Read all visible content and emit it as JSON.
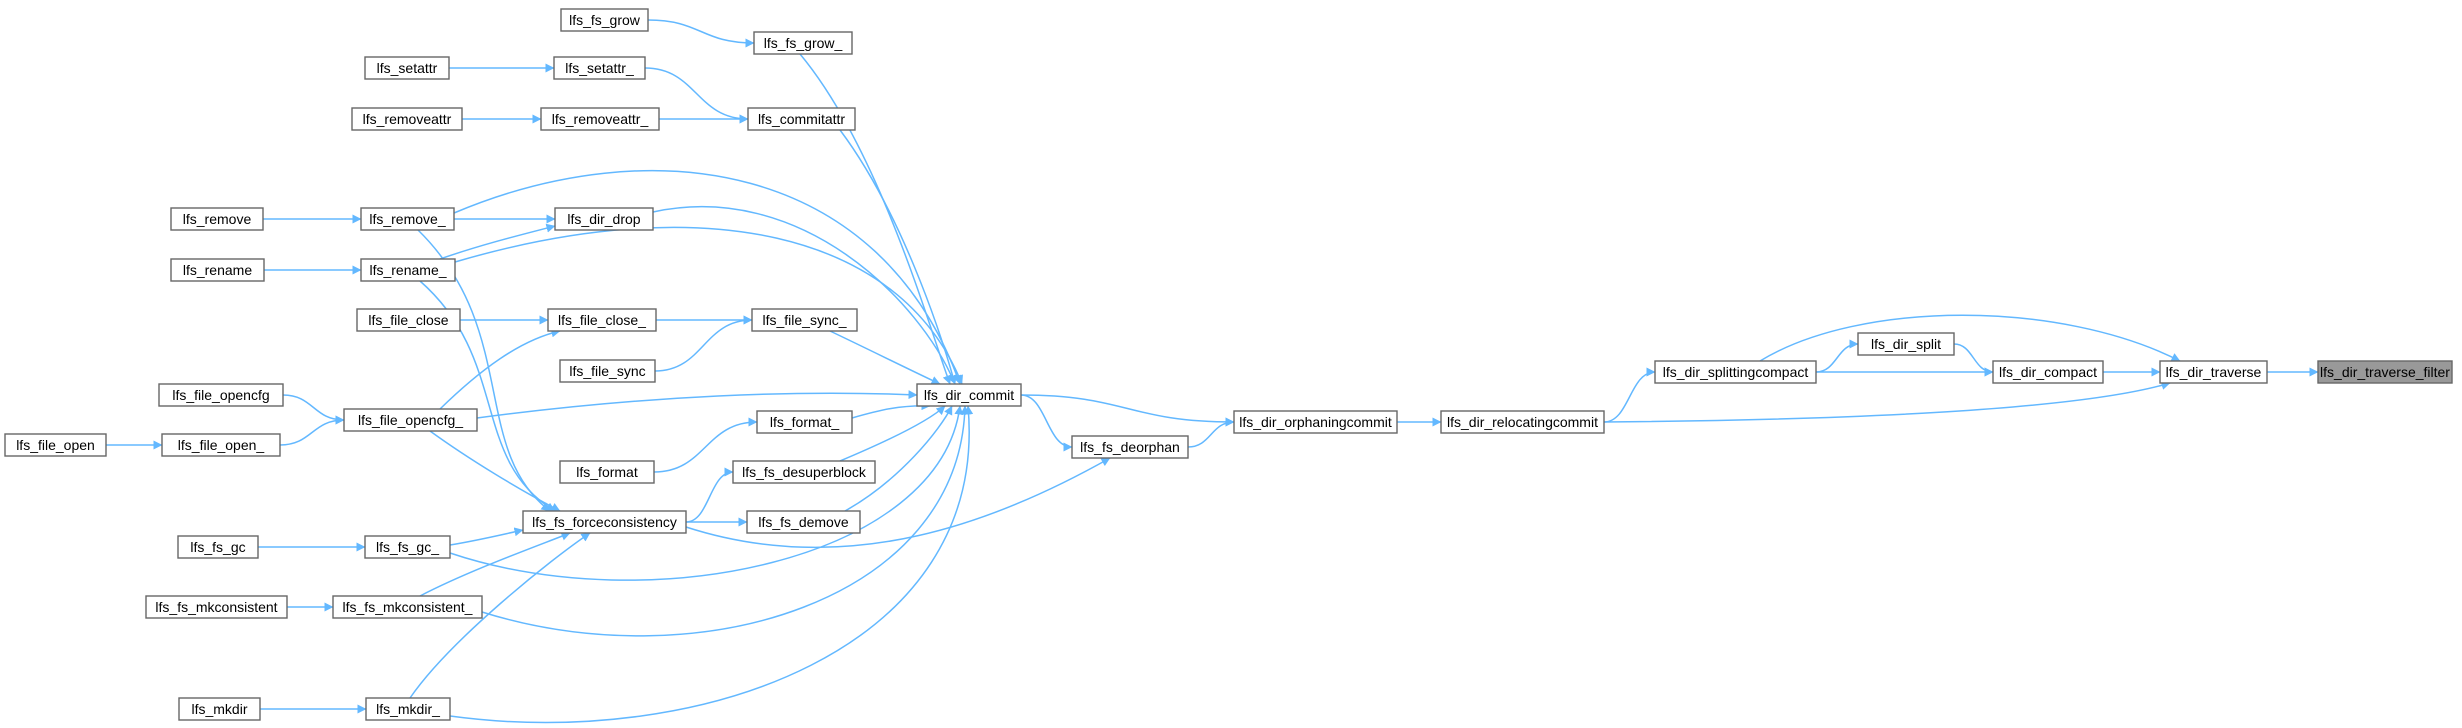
{
  "diagram": {
    "type": "call-graph",
    "target": "lfs_dir_traverse_filter",
    "nodes": [
      {
        "id": "lfs_dir_traverse_filter",
        "label": "lfs_dir_traverse_filter"
      },
      {
        "id": "lfs_dir_traverse",
        "label": "lfs_dir_traverse"
      },
      {
        "id": "lfs_dir_compact",
        "label": "lfs_dir_compact"
      },
      {
        "id": "lfs_dir_split",
        "label": "lfs_dir_split"
      },
      {
        "id": "lfs_dir_splittingcompact",
        "label": "lfs_dir_splittingcompact"
      },
      {
        "id": "lfs_dir_relocatingcommit",
        "label": "lfs_dir_relocatingcommit"
      },
      {
        "id": "lfs_dir_orphaningcommit",
        "label": "lfs_dir_orphaningcommit"
      },
      {
        "id": "lfs_dir_commit",
        "label": "lfs_dir_commit"
      },
      {
        "id": "lfs_fs_deorphan",
        "label": "lfs_fs_deorphan"
      },
      {
        "id": "lfs_fs_grow_",
        "label": "lfs_fs_grow_"
      },
      {
        "id": "lfs_fs_grow",
        "label": "lfs_fs_grow"
      },
      {
        "id": "lfs_commitattr",
        "label": "lfs_commitattr"
      },
      {
        "id": "lfs_setattr_",
        "label": "lfs_setattr_"
      },
      {
        "id": "lfs_setattr",
        "label": "lfs_setattr"
      },
      {
        "id": "lfs_removeattr_",
        "label": "lfs_removeattr_"
      },
      {
        "id": "lfs_removeattr",
        "label": "lfs_removeattr"
      },
      {
        "id": "lfs_dir_drop",
        "label": "lfs_dir_drop"
      },
      {
        "id": "lfs_remove_",
        "label": "lfs_remove_"
      },
      {
        "id": "lfs_remove",
        "label": "lfs_remove"
      },
      {
        "id": "lfs_rename_",
        "label": "lfs_rename_"
      },
      {
        "id": "lfs_rename",
        "label": "lfs_rename"
      },
      {
        "id": "lfs_file_sync_",
        "label": "lfs_file_sync_"
      },
      {
        "id": "lfs_file_close_",
        "label": "lfs_file_close_"
      },
      {
        "id": "lfs_file_close",
        "label": "lfs_file_close"
      },
      {
        "id": "lfs_file_sync",
        "label": "lfs_file_sync"
      },
      {
        "id": "lfs_file_opencfg_",
        "label": "lfs_file_opencfg_"
      },
      {
        "id": "lfs_file_opencfg",
        "label": "lfs_file_opencfg"
      },
      {
        "id": "lfs_file_open_",
        "label": "lfs_file_open_"
      },
      {
        "id": "lfs_file_open",
        "label": "lfs_file_open"
      },
      {
        "id": "lfs_format_",
        "label": "lfs_format_"
      },
      {
        "id": "lfs_format",
        "label": "lfs_format"
      },
      {
        "id": "lfs_fs_desuperblock",
        "label": "lfs_fs_desuperblock"
      },
      {
        "id": "lfs_fs_demove",
        "label": "lfs_fs_demove"
      },
      {
        "id": "lfs_fs_forceconsistency",
        "label": "lfs_fs_forceconsistency"
      },
      {
        "id": "lfs_fs_gc_",
        "label": "lfs_fs_gc_"
      },
      {
        "id": "lfs_fs_gc",
        "label": "lfs_fs_gc"
      },
      {
        "id": "lfs_fs_mkconsistent_",
        "label": "lfs_fs_mkconsistent_"
      },
      {
        "id": "lfs_fs_mkconsistent",
        "label": "lfs_fs_mkconsistent"
      },
      {
        "id": "lfs_mkdir_",
        "label": "lfs_mkdir_"
      },
      {
        "id": "lfs_mkdir",
        "label": "lfs_mkdir"
      }
    ],
    "edges": [
      {
        "from": "lfs_dir_traverse",
        "to": "lfs_dir_traverse_filter"
      },
      {
        "from": "lfs_dir_compact",
        "to": "lfs_dir_traverse"
      },
      {
        "from": "lfs_dir_splittingcompact",
        "to": "lfs_dir_traverse"
      },
      {
        "from": "lfs_dir_relocatingcommit",
        "to": "lfs_dir_traverse"
      },
      {
        "from": "lfs_dir_split",
        "to": "lfs_dir_compact"
      },
      {
        "from": "lfs_dir_splittingcompact",
        "to": "lfs_dir_compact"
      },
      {
        "from": "lfs_dir_splittingcompact",
        "to": "lfs_dir_split"
      },
      {
        "from": "lfs_dir_relocatingcommit",
        "to": "lfs_dir_splittingcompact"
      },
      {
        "from": "lfs_dir_orphaningcommit",
        "to": "lfs_dir_relocatingcommit"
      },
      {
        "from": "lfs_dir_commit",
        "to": "lfs_dir_orphaningcommit"
      },
      {
        "from": "lfs_fs_deorphan",
        "to": "lfs_dir_orphaningcommit"
      },
      {
        "from": "lfs_dir_commit",
        "to": "lfs_fs_deorphan"
      },
      {
        "from": "lfs_fs_forceconsistency",
        "to": "lfs_fs_deorphan"
      },
      {
        "from": "lfs_fs_grow_",
        "to": "lfs_dir_commit"
      },
      {
        "from": "lfs_commitattr",
        "to": "lfs_dir_commit"
      },
      {
        "from": "lfs_remove_",
        "to": "lfs_dir_commit"
      },
      {
        "from": "lfs_dir_drop",
        "to": "lfs_dir_commit"
      },
      {
        "from": "lfs_rename_",
        "to": "lfs_dir_commit"
      },
      {
        "from": "lfs_file_sync_",
        "to": "lfs_dir_commit"
      },
      {
        "from": "lfs_file_opencfg_",
        "to": "lfs_dir_commit"
      },
      {
        "from": "lfs_format_",
        "to": "lfs_dir_commit"
      },
      {
        "from": "lfs_fs_desuperblock",
        "to": "lfs_dir_commit"
      },
      {
        "from": "lfs_fs_demove",
        "to": "lfs_dir_commit"
      },
      {
        "from": "lfs_fs_gc_",
        "to": "lfs_dir_commit"
      },
      {
        "from": "lfs_fs_mkconsistent_",
        "to": "lfs_dir_commit"
      },
      {
        "from": "lfs_mkdir_",
        "to": "lfs_dir_commit"
      },
      {
        "from": "lfs_fs_grow",
        "to": "lfs_fs_grow_"
      },
      {
        "from": "lfs_setattr_",
        "to": "lfs_commitattr"
      },
      {
        "from": "lfs_removeattr_",
        "to": "lfs_commitattr"
      },
      {
        "from": "lfs_setattr",
        "to": "lfs_setattr_"
      },
      {
        "from": "lfs_removeattr",
        "to": "lfs_removeattr_"
      },
      {
        "from": "lfs_remove_",
        "to": "lfs_dir_drop"
      },
      {
        "from": "lfs_rename_",
        "to": "lfs_dir_drop"
      },
      {
        "from": "lfs_remove",
        "to": "lfs_remove_"
      },
      {
        "from": "lfs_rename",
        "to": "lfs_rename_"
      },
      {
        "from": "lfs_file_close_",
        "to": "lfs_file_sync_"
      },
      {
        "from": "lfs_file_sync",
        "to": "lfs_file_sync_"
      },
      {
        "from": "lfs_file_close",
        "to": "lfs_file_close_"
      },
      {
        "from": "lfs_file_opencfg_",
        "to": "lfs_file_close_"
      },
      {
        "from": "lfs_file_opencfg",
        "to": "lfs_file_opencfg_"
      },
      {
        "from": "lfs_file_open_",
        "to": "lfs_file_opencfg_"
      },
      {
        "from": "lfs_file_open",
        "to": "lfs_file_open_"
      },
      {
        "from": "lfs_format",
        "to": "lfs_format_"
      },
      {
        "from": "lfs_fs_forceconsistency",
        "to": "lfs_fs_desuperblock"
      },
      {
        "from": "lfs_fs_forceconsistency",
        "to": "lfs_fs_demove"
      },
      {
        "from": "lfs_remove_",
        "to": "lfs_fs_forceconsistency"
      },
      {
        "from": "lfs_rename_",
        "to": "lfs_fs_forceconsistency"
      },
      {
        "from": "lfs_file_opencfg_",
        "to": "lfs_fs_forceconsistency"
      },
      {
        "from": "lfs_fs_gc_",
        "to": "lfs_fs_forceconsistency"
      },
      {
        "from": "lfs_fs_mkconsistent_",
        "to": "lfs_fs_forceconsistency"
      },
      {
        "from": "lfs_mkdir_",
        "to": "lfs_fs_forceconsistency"
      },
      {
        "from": "lfs_fs_gc",
        "to": "lfs_fs_gc_"
      },
      {
        "from": "lfs_fs_mkconsistent",
        "to": "lfs_fs_mkconsistent_"
      },
      {
        "from": "lfs_mkdir",
        "to": "lfs_mkdir_"
      }
    ],
    "colors": {
      "edge": "#63b8ff",
      "node_border": "#666666",
      "node_fill": "#ffffff",
      "target_fill": "#999999"
    }
  }
}
